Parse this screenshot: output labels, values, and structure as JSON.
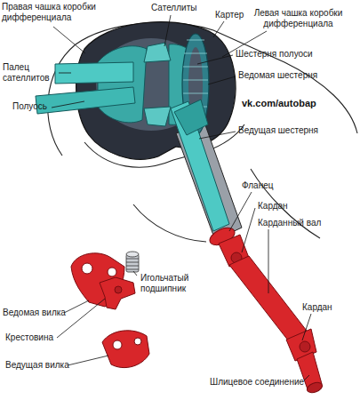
{
  "diagram": {
    "labels": [
      "Правая чашка коробки дифференциала",
      "Сателлиты",
      "Картер",
      "Левая чашка коробки дифференциала",
      "Палец сателлитов",
      "Шестерня полуоси",
      "Ведомая шестерня",
      "Полуось",
      "vk.com/autobap",
      "Ведущая шестерня",
      "Фланец",
      "Кардан",
      "Карданный вал",
      "Игольчатый подшипник",
      "Ведомая вилка",
      "Кардан",
      "Крестовина",
      "Ведущая вилка",
      "Шлицевое соединение"
    ]
  }
}
